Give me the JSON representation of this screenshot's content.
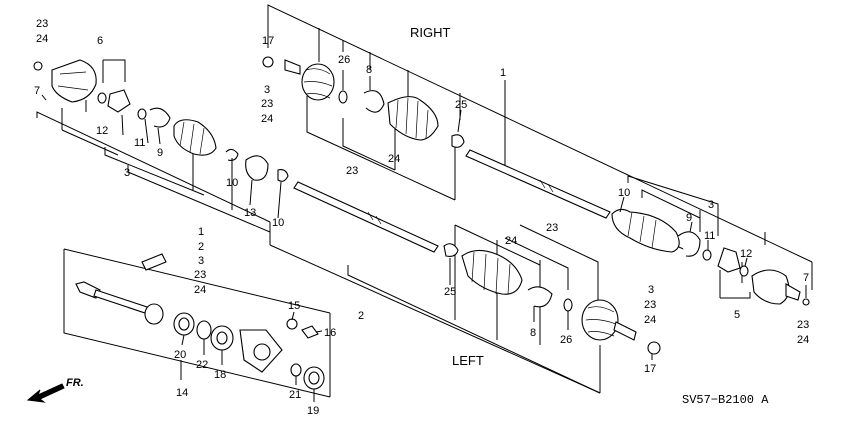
{
  "headings": {
    "right": "RIGHT",
    "left": "LEFT"
  },
  "diagram_code": "SV57−B2100 A",
  "direction_marker": {
    "label": "FR."
  },
  "callouts": [
    {
      "id": "c23a",
      "text": "23"
    },
    {
      "id": "c24a",
      "text": "24"
    },
    {
      "id": "c7a",
      "text": "7"
    },
    {
      "id": "c6",
      "text": "6"
    },
    {
      "id": "c12a",
      "text": "12"
    },
    {
      "id": "c11a",
      "text": "11"
    },
    {
      "id": "c9a",
      "text": "9"
    },
    {
      "id": "c10a",
      "text": "10"
    },
    {
      "id": "c3a",
      "text": "3"
    },
    {
      "id": "c13",
      "text": "13"
    },
    {
      "id": "c10b",
      "text": "10"
    },
    {
      "id": "c17a",
      "text": "17"
    },
    {
      "id": "c3b",
      "text": "3"
    },
    {
      "id": "c23b",
      "text": "23"
    },
    {
      "id": "c24b",
      "text": "24"
    },
    {
      "id": "c26a",
      "text": "26"
    },
    {
      "id": "c8a",
      "text": "8"
    },
    {
      "id": "c1a",
      "text": "1"
    },
    {
      "id": "c25a",
      "text": "25"
    },
    {
      "id": "c23c",
      "text": "23"
    },
    {
      "id": "c24c",
      "text": "24"
    },
    {
      "id": "c10c",
      "text": "10"
    },
    {
      "id": "c9b",
      "text": "9"
    },
    {
      "id": "c3c",
      "text": "3"
    },
    {
      "id": "c11b",
      "text": "11"
    },
    {
      "id": "c12b",
      "text": "12"
    },
    {
      "id": "c7b",
      "text": "7"
    },
    {
      "id": "c5",
      "text": "5"
    },
    {
      "id": "c23d",
      "text": "23"
    },
    {
      "id": "c24d",
      "text": "24"
    },
    {
      "id": "c1b",
      "text": "1"
    },
    {
      "id": "c2a",
      "text": "2"
    },
    {
      "id": "c3d",
      "text": "3"
    },
    {
      "id": "c23e",
      "text": "23"
    },
    {
      "id": "c24e",
      "text": "24"
    },
    {
      "id": "c2b",
      "text": "2"
    },
    {
      "id": "c24f",
      "text": "24"
    },
    {
      "id": "c23f",
      "text": "23"
    },
    {
      "id": "c25b",
      "text": "25"
    },
    {
      "id": "c8b",
      "text": "8"
    },
    {
      "id": "c26b",
      "text": "26"
    },
    {
      "id": "c3e",
      "text": "3"
    },
    {
      "id": "c23g",
      "text": "23"
    },
    {
      "id": "c24g",
      "text": "24"
    },
    {
      "id": "c17b",
      "text": "17"
    },
    {
      "id": "c15",
      "text": "15"
    },
    {
      "id": "c16",
      "text": "16"
    },
    {
      "id": "c20",
      "text": "20"
    },
    {
      "id": "c22",
      "text": "22"
    },
    {
      "id": "c18",
      "text": "18"
    },
    {
      "id": "c21",
      "text": "21"
    },
    {
      "id": "c19",
      "text": "19"
    },
    {
      "id": "c14",
      "text": "14"
    }
  ]
}
